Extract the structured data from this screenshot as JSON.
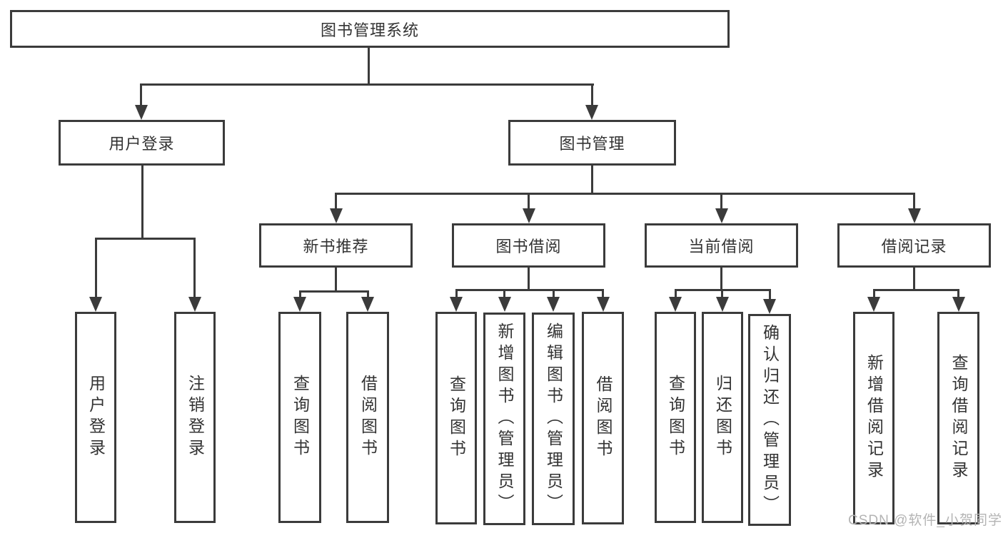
{
  "diagram": {
    "title": "图书管理系统",
    "nodes": {
      "root": "图书管理系统",
      "user_login": "用户登录",
      "book_mgmt": "图书管理",
      "new_book_rec": "新书推荐",
      "book_borrow": "图书借阅",
      "current_borrow": "当前借阅",
      "borrow_record": "借阅记录",
      "leaf_user_login": "用户登录",
      "leaf_logout": "注销登录",
      "leaf_nbr_query": "查询图书",
      "leaf_nbr_borrow": "借阅图书",
      "leaf_bb_query": "查询图书",
      "leaf_bb_add": "新增图书（管理员）",
      "leaf_bb_edit": "编辑图书（管理员）",
      "leaf_bb_borrow": "借阅图书",
      "leaf_cb_query": "查询图书",
      "leaf_cb_return": "归还图书",
      "leaf_cb_confirm": "确认归还（管理员）",
      "leaf_br_add": "新增借阅记录",
      "leaf_br_query": "查询借阅记录"
    },
    "tree": {
      "root": [
        "user_login",
        "book_mgmt"
      ],
      "user_login": [
        "leaf_user_login",
        "leaf_logout"
      ],
      "book_mgmt": [
        "new_book_rec",
        "book_borrow",
        "current_borrow",
        "borrow_record"
      ],
      "new_book_rec": [
        "leaf_nbr_query",
        "leaf_nbr_borrow"
      ],
      "book_borrow": [
        "leaf_bb_query",
        "leaf_bb_add",
        "leaf_bb_edit",
        "leaf_bb_borrow"
      ],
      "current_borrow": [
        "leaf_cb_query",
        "leaf_cb_return",
        "leaf_cb_confirm"
      ],
      "borrow_record": [
        "leaf_br_add",
        "leaf_br_query"
      ]
    },
    "colors": {
      "line": "#3b3b3b",
      "text": "#333333",
      "background": "#ffffff",
      "watermark": "#b4b4b4"
    }
  },
  "watermark": "CSDN @软件_小贺同学"
}
